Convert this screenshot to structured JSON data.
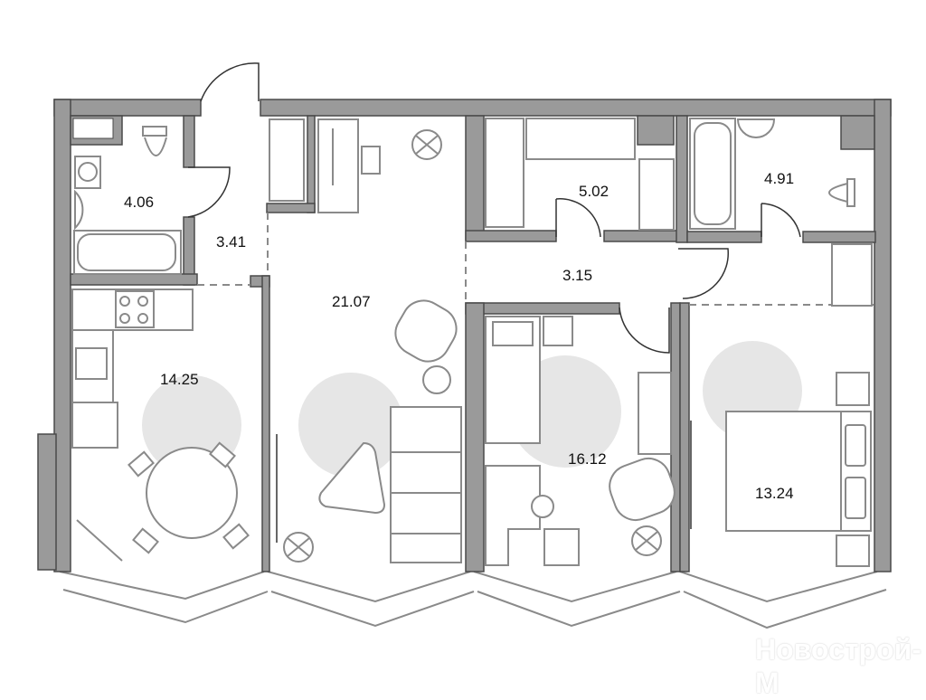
{
  "plan": {
    "rooms": [
      {
        "name": "bathroom-1",
        "area": "4.06"
      },
      {
        "name": "hallway",
        "area": "3.41"
      },
      {
        "name": "living-room",
        "area": "21.07"
      },
      {
        "name": "kitchen",
        "area": "14.25"
      },
      {
        "name": "wardrobe",
        "area": "5.02"
      },
      {
        "name": "bathroom-2",
        "area": "4.91"
      },
      {
        "name": "corridor",
        "area": "3.15"
      },
      {
        "name": "bedroom-1",
        "area": "16.12"
      },
      {
        "name": "bedroom-2",
        "area": "13.24"
      }
    ],
    "watermark": "Новострой-М",
    "colors": {
      "wall": "#9a9a9a",
      "spot": "#e6e6e6",
      "furniture": "#8a8a8a"
    }
  }
}
